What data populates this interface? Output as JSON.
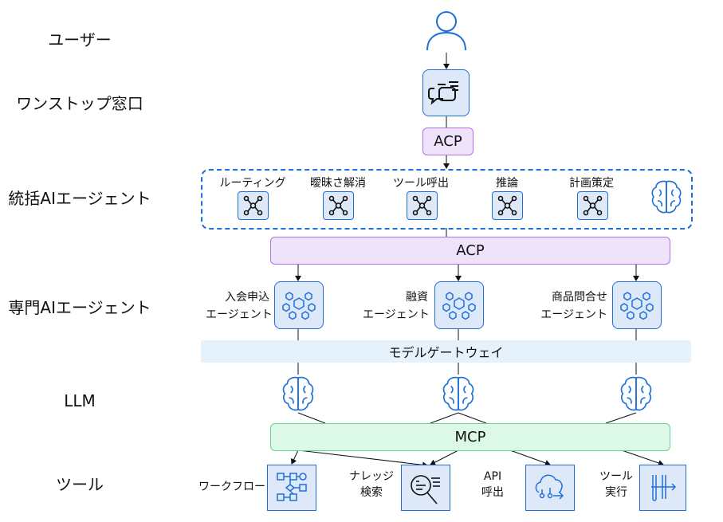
{
  "rows": {
    "user": "ユーザー",
    "onestop": "ワンストップ窓口",
    "orchestrator": "統括AIエージェント",
    "specialist": "専門AIエージェント",
    "llm": "LLM",
    "tools": "ツール"
  },
  "protocols": {
    "acp_top": "ACP",
    "acp_main": "ACP",
    "mcp": "MCP"
  },
  "gateway": "モデルゲートウェイ",
  "orchestrator_functions": [
    "ルーティング",
    "曖昧さ解消",
    "ツール呼出",
    "推論",
    "計画策定"
  ],
  "specialists": [
    {
      "line1": "入会申込",
      "line2": "エージェント"
    },
    {
      "line1": "融資",
      "line2": "エージェント"
    },
    {
      "line1": "商品問合せ",
      "line2": "エージェント"
    }
  ],
  "tools": [
    {
      "line1": "ワークフロー",
      "line2": "",
      "icon": "workflow-icon"
    },
    {
      "line1": "ナレッジ",
      "line2": "検索",
      "icon": "knowledge-search-icon"
    },
    {
      "line1": "API",
      "line2": "呼出",
      "icon": "api-cloud-icon"
    },
    {
      "line1": "ツール",
      "line2": "実行",
      "icon": "tool-exec-icon"
    }
  ],
  "colors": {
    "accent_blue": "#1f6fd9",
    "acp_fill": "#efe2fb",
    "acp_border": "#b36ff2",
    "mcp_fill": "#dcf8e6",
    "mcp_border": "#6ad395",
    "gateway_fill": "#e5f2fb",
    "tile_fill": "#dde9f8"
  }
}
